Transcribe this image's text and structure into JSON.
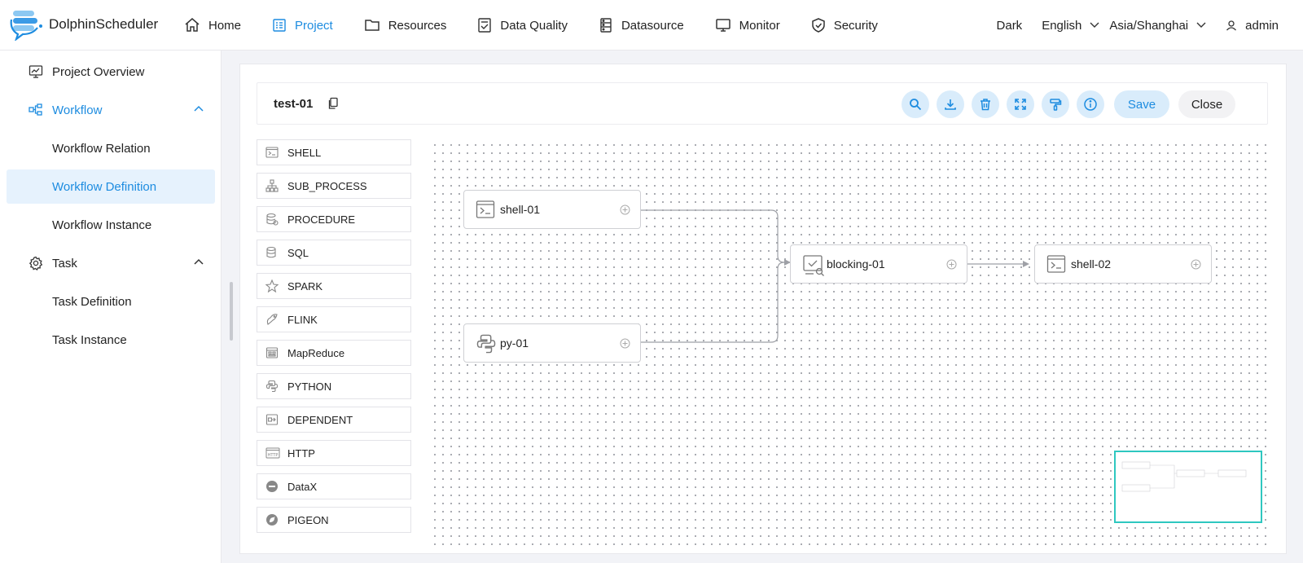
{
  "app": {
    "name": "DolphinScheduler"
  },
  "nav": [
    {
      "label": "Home",
      "icon": "home-icon",
      "active": false
    },
    {
      "label": "Project",
      "icon": "project-icon",
      "active": true
    },
    {
      "label": "Resources",
      "icon": "folder-icon",
      "active": false
    },
    {
      "label": "Data Quality",
      "icon": "data-quality-icon",
      "active": false
    },
    {
      "label": "Datasource",
      "icon": "datasource-icon",
      "active": false
    },
    {
      "label": "Monitor",
      "icon": "monitor-icon",
      "active": false
    },
    {
      "label": "Security",
      "icon": "shield-icon",
      "active": false
    }
  ],
  "header_right": {
    "theme": "Dark",
    "language": "English",
    "timezone": "Asia/Shanghai",
    "user": "admin"
  },
  "sidebar": {
    "items": [
      {
        "label": "Project Overview",
        "icon": "project-overview-icon"
      },
      {
        "label": "Workflow",
        "icon": "workflow-icon",
        "expanded": true
      },
      {
        "label": "Workflow Relation"
      },
      {
        "label": "Workflow Definition",
        "selected": true
      },
      {
        "label": "Workflow Instance"
      },
      {
        "label": "Task",
        "icon": "gear-icon",
        "expanded": true
      },
      {
        "label": "Task Definition"
      },
      {
        "label": "Task Instance"
      }
    ]
  },
  "toolbar": {
    "title": "test-01",
    "save_label": "Save",
    "close_label": "Close"
  },
  "palette": [
    {
      "label": "SHELL",
      "icon": "shell-icon"
    },
    {
      "label": "SUB_PROCESS",
      "icon": "sub-process-icon"
    },
    {
      "label": "PROCEDURE",
      "icon": "procedure-icon"
    },
    {
      "label": "SQL",
      "icon": "sql-icon"
    },
    {
      "label": "SPARK",
      "icon": "spark-icon"
    },
    {
      "label": "FLINK",
      "icon": "flink-icon"
    },
    {
      "label": "MapReduce",
      "icon": "mapreduce-icon"
    },
    {
      "label": "PYTHON",
      "icon": "python-icon"
    },
    {
      "label": "DEPENDENT",
      "icon": "dependent-icon"
    },
    {
      "label": "HTTP",
      "icon": "http-icon"
    },
    {
      "label": "DataX",
      "icon": "datax-icon"
    },
    {
      "label": "PIGEON",
      "icon": "pigeon-icon"
    }
  ],
  "dag": {
    "nodes": [
      {
        "label": "shell-01",
        "type": "shell"
      },
      {
        "label": "py-01",
        "type": "python"
      },
      {
        "label": "blocking-01",
        "type": "blocking"
      },
      {
        "label": "shell-02",
        "type": "shell"
      }
    ],
    "edges": [
      [
        "shell-01",
        "blocking-01"
      ],
      [
        "py-01",
        "blocking-01"
      ],
      [
        "blocking-01",
        "shell-02"
      ]
    ]
  },
  "colors": {
    "accent": "#1d8ce0",
    "selected_bg": "#e6f2fd",
    "button_bg": "#d9ecfb",
    "minimap_border": "#2ec7c0"
  }
}
